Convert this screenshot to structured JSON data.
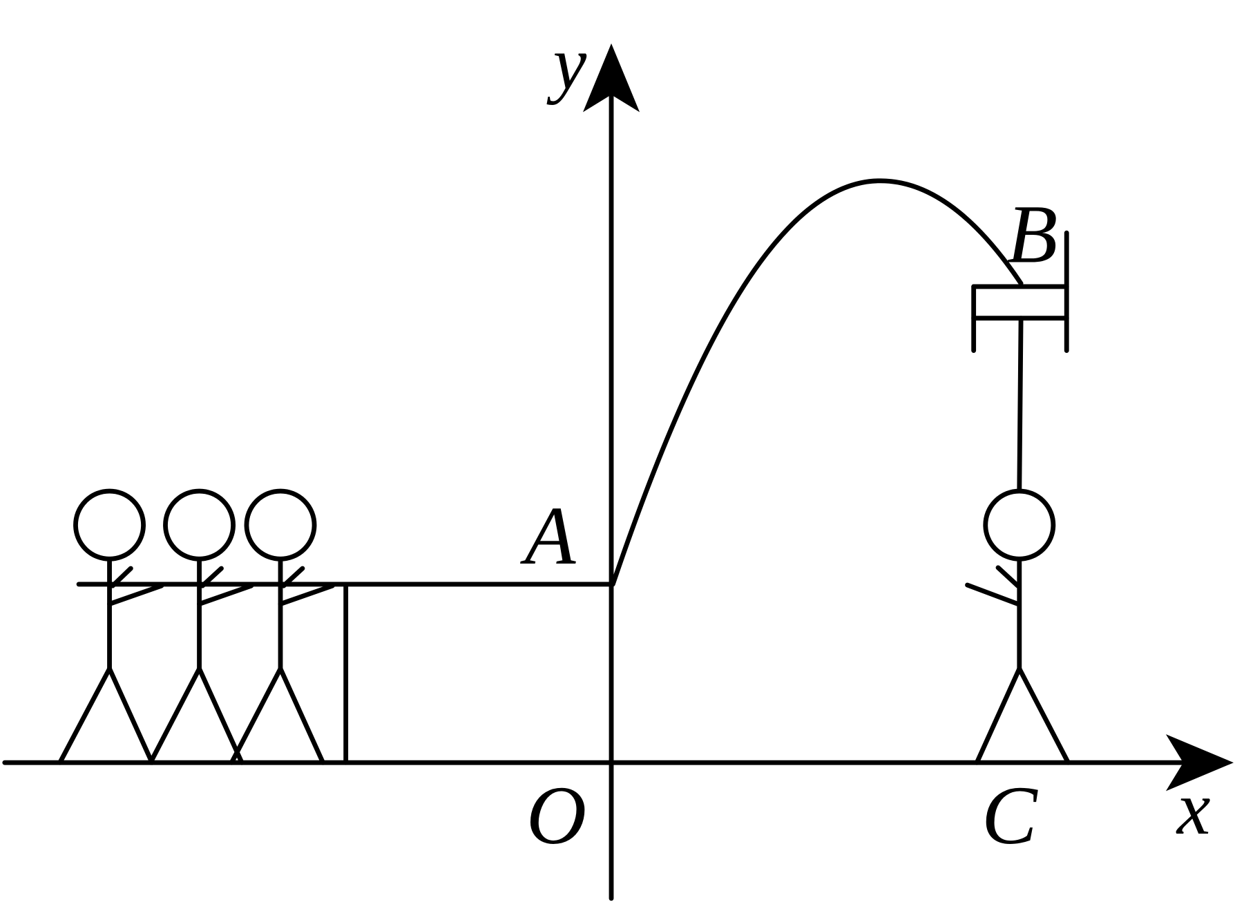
{
  "labels": {
    "y_axis": "y",
    "x_axis": "x",
    "origin": "O",
    "point_a": "A",
    "point_b": "B",
    "point_c": "C"
  }
}
